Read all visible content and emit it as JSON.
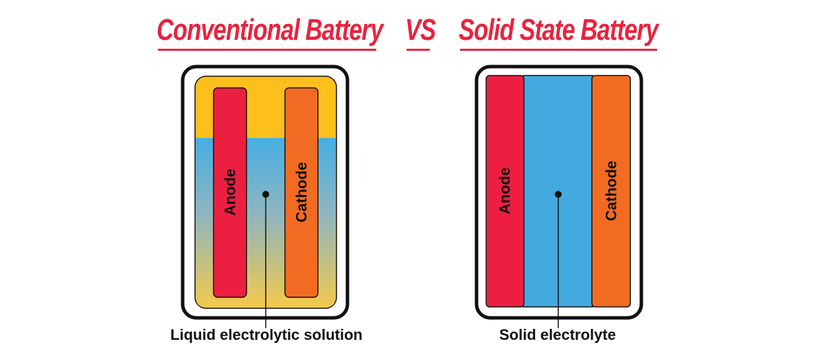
{
  "header": {
    "left_title": "Conventional Battery",
    "vs": "VS",
    "right_title": "Solid State Battery"
  },
  "conventional": {
    "anode_label": "Anode",
    "cathode_label": "Cathode",
    "electrolyte_label": "Liquid electrolytic solution"
  },
  "solid_state": {
    "anode_label": "Anode",
    "cathode_label": "Cathode",
    "electrolyte_label": "Solid electrolyte"
  },
  "colors": {
    "title": "#e8233e",
    "anode": "#ec1f41",
    "cathode": "#f26b22",
    "electrolyte_liquid_top": "#fcbf1b",
    "electrolyte_liquid_blue": "#46aee3",
    "electrolyte_solid": "#42aadf",
    "outline": "#111111"
  }
}
